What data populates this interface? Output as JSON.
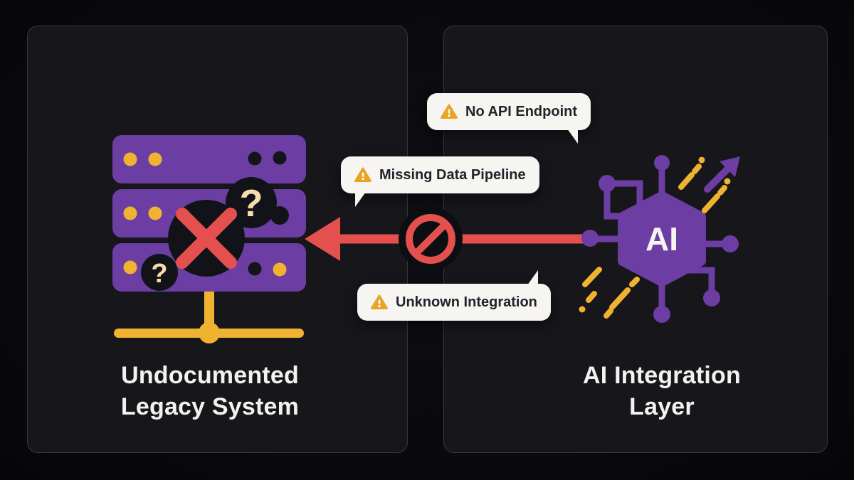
{
  "left_panel": {
    "title_line1": "Undocumented",
    "title_line2": "Legacy System",
    "icon": "legacy-server-icon",
    "question_mark_top": "?",
    "question_mark_bottom": "?"
  },
  "right_panel": {
    "title_line1": "AI Integration",
    "title_line2": "Layer",
    "icon": "ai-circuit-icon",
    "chip_label": "AI"
  },
  "callouts": [
    {
      "icon": "warning-triangle-icon",
      "label": "No API Endpoint"
    },
    {
      "icon": "warning-triangle-icon",
      "label": "Missing Data Pipeline"
    },
    {
      "icon": "warning-triangle-icon",
      "label": "Unknown Integration"
    }
  ],
  "connection": {
    "direction": "right-to-left",
    "status": "blocked",
    "icon": "prohibition-icon"
  },
  "colors": {
    "background": "#0a0a0e",
    "panel": "#16161b",
    "panel_border": "#4a4e5e",
    "purple": "#6c3ea3",
    "yellow": "#f0b231",
    "red": "#e4504e",
    "cream": "#f8dcae",
    "amber_warning": "#e9a426",
    "bubble_bg": "#f7f5f2",
    "bubble_text": "#22232a",
    "label_text": "#f3f2ef"
  }
}
